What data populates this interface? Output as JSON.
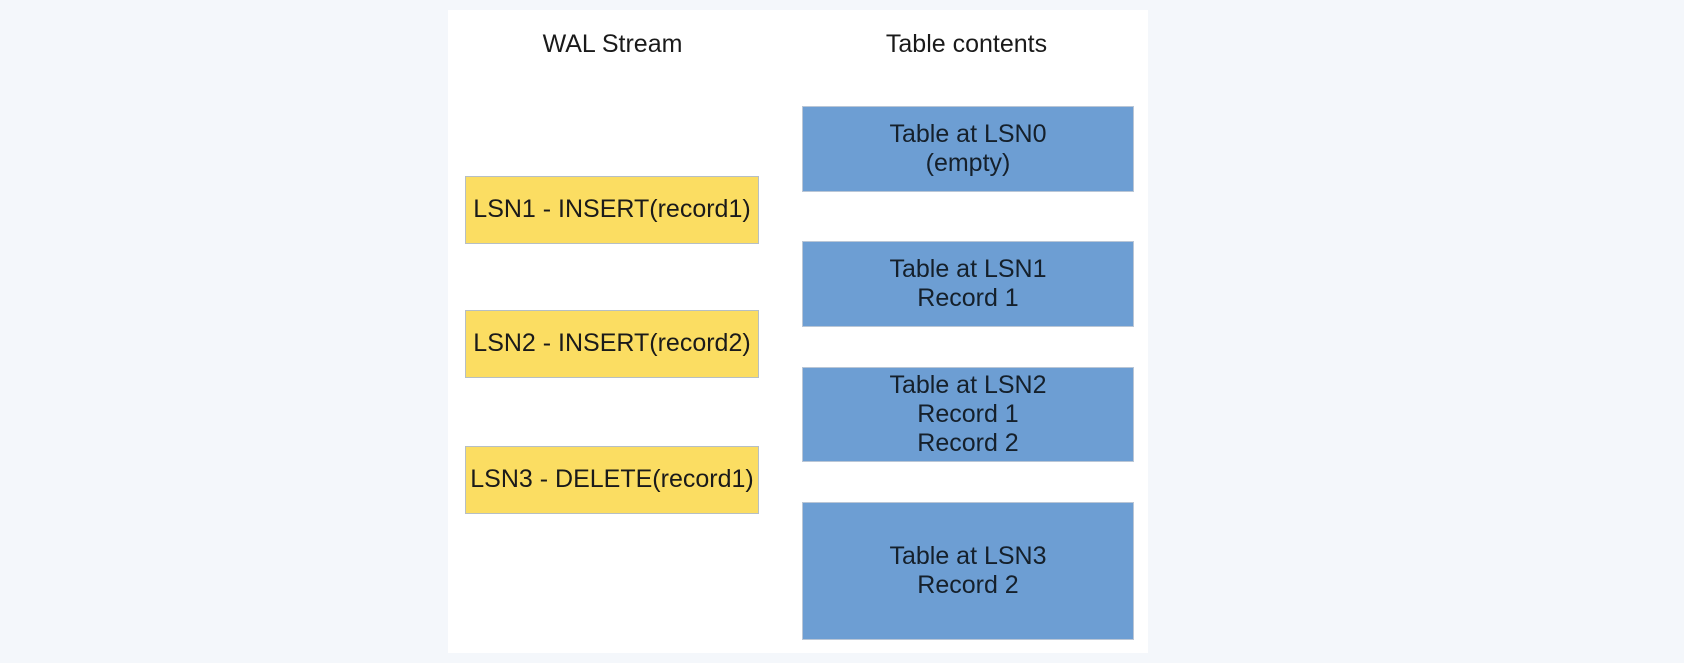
{
  "canvas": {
    "background_color": "#ffffff",
    "page_background_color": "#f4f7fb"
  },
  "columns": {
    "wal": {
      "heading": "WAL Stream",
      "box_fill_color": "#fbdd62",
      "box_border_color": "#b6bfc4"
    },
    "table": {
      "heading": "Table contents",
      "box_fill_color": "#6d9ed3",
      "box_border_color": "#b9c6d6"
    }
  },
  "wal_entries": [
    {
      "label": "LSN1 - INSERT(record1)"
    },
    {
      "label": "LSN2 - INSERT(record2)"
    },
    {
      "label": "LSN3 - DELETE(record1)"
    }
  ],
  "table_states": [
    {
      "title": "Table at LSN0",
      "rows": [
        "(empty)"
      ]
    },
    {
      "title": "Table at LSN1",
      "rows": [
        "Record 1"
      ]
    },
    {
      "title": "Table at LSN2",
      "rows": [
        "Record 1",
        "Record 2"
      ]
    },
    {
      "title": "Table at LSN3",
      "rows": [
        "Record 2"
      ]
    }
  ]
}
